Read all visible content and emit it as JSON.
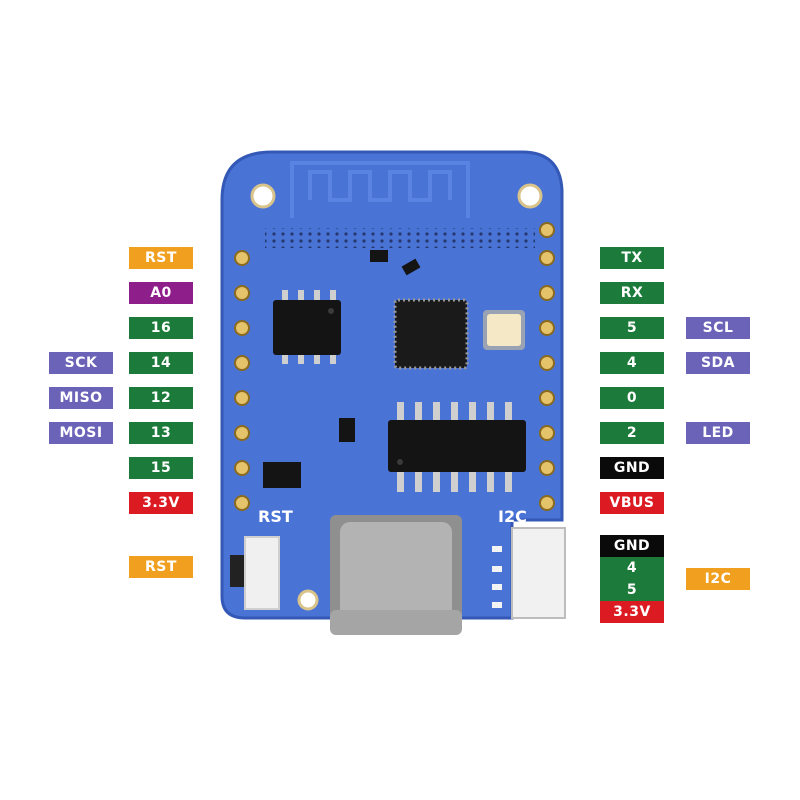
{
  "colors": {
    "orange": "#f0a01e",
    "purple": "#8e1e8a",
    "green": "#1c7a3a",
    "lavender": "#6a63b8",
    "red": "#dc1a22",
    "black": "#0a0a0a",
    "board": "#4a73d6",
    "board_edge": "#3458b5"
  },
  "silkscreen": {
    "rst": "RST",
    "i2c": "I2C"
  },
  "left_pins": [
    {
      "label": "RST",
      "color": "orange",
      "alt": ""
    },
    {
      "label": "A0",
      "color": "purple",
      "alt": ""
    },
    {
      "label": "16",
      "color": "green",
      "alt": ""
    },
    {
      "label": "14",
      "color": "green",
      "alt": "SCK"
    },
    {
      "label": "12",
      "color": "green",
      "alt": "MISO"
    },
    {
      "label": "13",
      "color": "green",
      "alt": "MOSI"
    },
    {
      "label": "15",
      "color": "green",
      "alt": ""
    },
    {
      "label": "3.3V",
      "color": "red",
      "alt": ""
    }
  ],
  "right_pins": [
    {
      "label": "TX",
      "color": "green",
      "alt": ""
    },
    {
      "label": "RX",
      "color": "green",
      "alt": ""
    },
    {
      "label": "5",
      "color": "green",
      "alt": "SCL"
    },
    {
      "label": "4",
      "color": "green",
      "alt": "SDA"
    },
    {
      "label": "0",
      "color": "green",
      "alt": ""
    },
    {
      "label": "2",
      "color": "green",
      "alt": "LED"
    },
    {
      "label": "GND",
      "color": "black",
      "alt": ""
    },
    {
      "label": "VBUS",
      "color": "red",
      "alt": ""
    }
  ],
  "rst_button_label": "RST",
  "i2c_connector": {
    "pins": [
      {
        "label": "GND",
        "color": "black"
      },
      {
        "label": "4",
        "color": "green"
      },
      {
        "label": "5",
        "color": "green"
      },
      {
        "label": "3.3V",
        "color": "red"
      }
    ],
    "group_label": "I2C"
  }
}
